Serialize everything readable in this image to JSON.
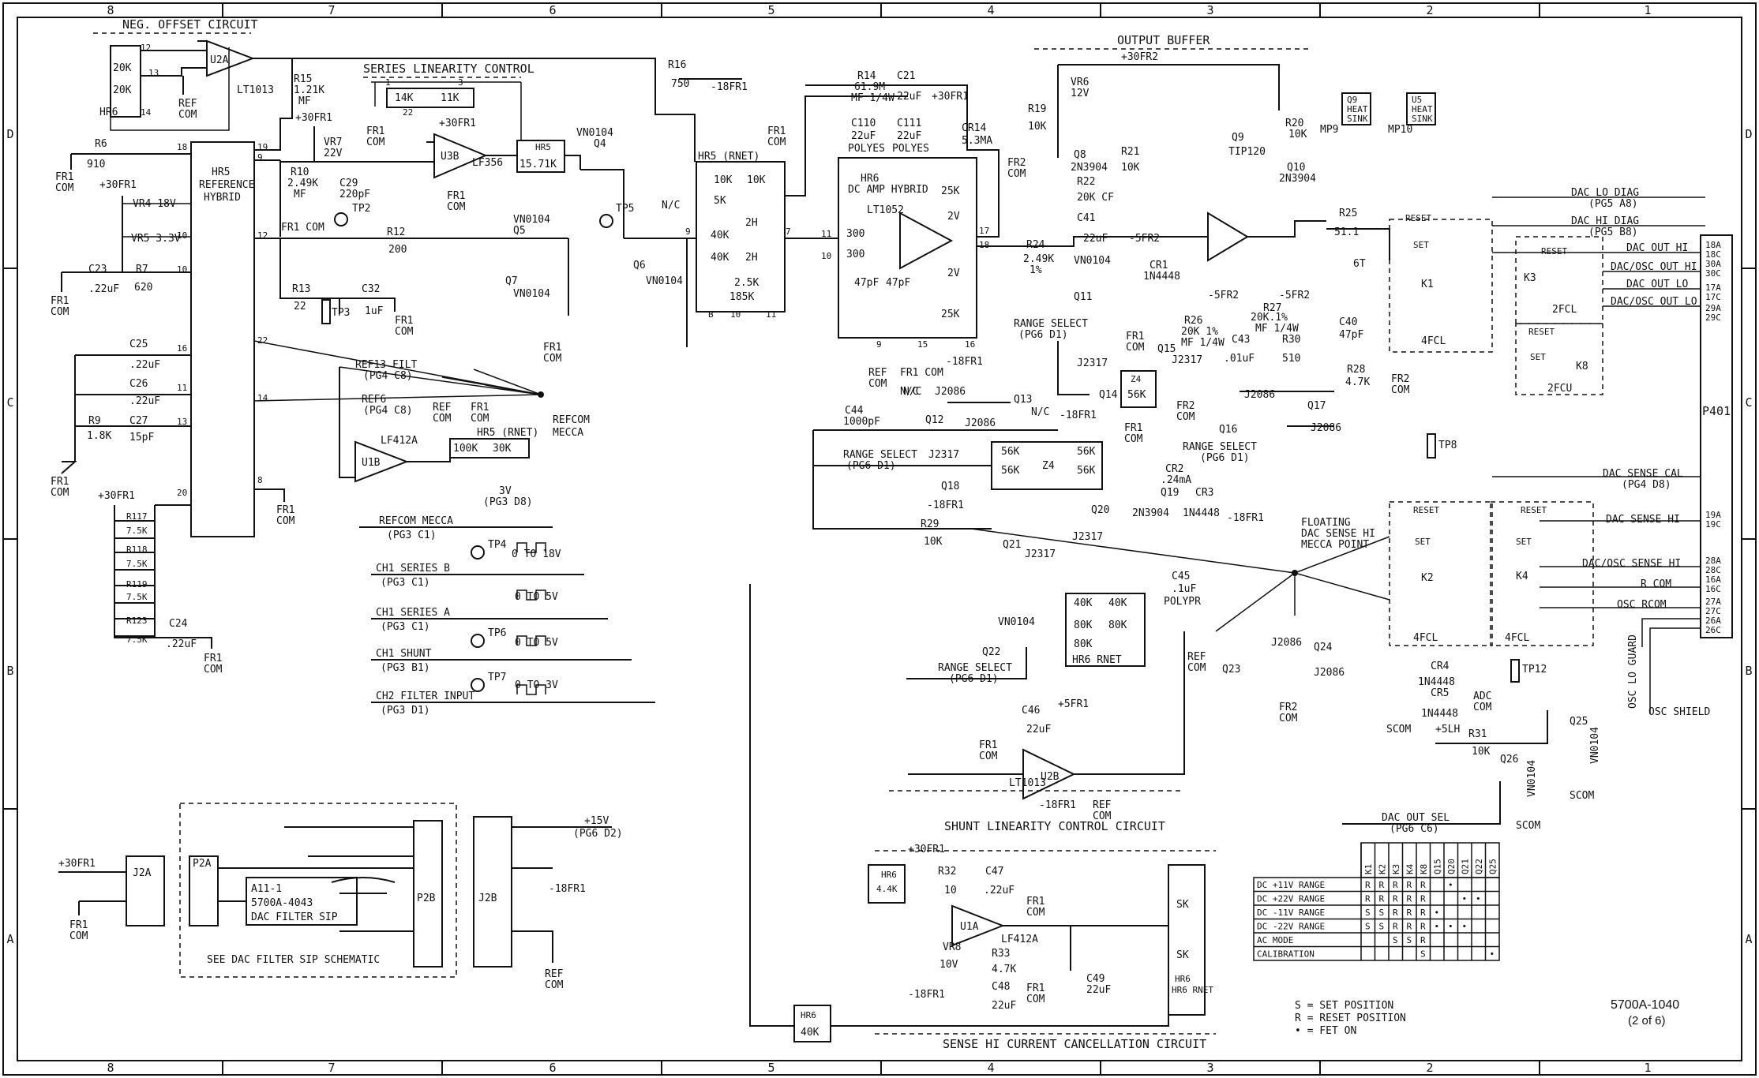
{
  "border": {
    "columns": [
      "8",
      "7",
      "6",
      "5",
      "4",
      "3",
      "2",
      "1"
    ],
    "rows": [
      "D",
      "C",
      "B",
      "A"
    ]
  },
  "titles": {
    "neg_offset": "NEG. OFFSET CIRCUIT",
    "series_linearity": "SERIES LINEARITY CONTROL",
    "output_buffer": "OUTPUT BUFFER",
    "shunt_linearity": "SHUNT LINEARITY CONTROL CIRCUIT",
    "sense_hi": "SENSE HI CURRENT CANCELLATION CIRCUIT",
    "filter_sip_note": "SEE DAC FILTER SIP SCHEMATIC",
    "floating_mecca": [
      "FLOATING",
      "DAC SENSE HI",
      "MECCA POINT"
    ]
  },
  "drawing_number": {
    "number": "5700A-1040",
    "sheet": "(2 of 6)"
  },
  "hybrids": {
    "hr5_ref": [
      "HR5",
      "REFERENCE",
      "HYBRID"
    ],
    "hr6_dc": [
      "HR6",
      "DC AMP HYBRID"
    ],
    "hr5_rnet": "HR5 (RNET)",
    "hr6_rnet": "HR6 RNET",
    "filter_sip": [
      "A11-1",
      "5700A-4043",
      "DAC FILTER SIP"
    ]
  },
  "opamps": {
    "u2a": "U2A",
    "u2a_part": "LT1013",
    "u3b": "U3B",
    "u3b_part": "LF356",
    "u1b": "U1B",
    "u1b_part": "LF412A",
    "lt1052": "LT1052",
    "u2b": "U2B",
    "u2b_part": "LT1013",
    "u1a": "U1A",
    "u1a_part": "LF412A"
  },
  "components": {
    "r6": [
      "R6",
      "910"
    ],
    "r7": [
      "R7",
      "620"
    ],
    "r9": [
      "R9",
      "1.8K"
    ],
    "r10": [
      "R10",
      "2.49K",
      "MF"
    ],
    "r12": [
      "R12",
      "200"
    ],
    "r13": [
      "R13",
      "22"
    ],
    "r15": [
      "R15",
      "1.21K",
      "MF"
    ],
    "r16": [
      "R16",
      "750"
    ],
    "r14": [
      "R14",
      "61.9M",
      "MF 1/4W"
    ],
    "r19": [
      "R19",
      "10K"
    ],
    "r20": [
      "R20",
      "10K"
    ],
    "r21": [
      "R21",
      "10K"
    ],
    "r22": [
      "R22",
      "20K CF"
    ],
    "r24": [
      "R24",
      "2.49K",
      "1%"
    ],
    "r25": [
      "R25",
      "51.1"
    ],
    "r26": [
      "R26",
      "20K 1%",
      "MF 1/4W"
    ],
    "r27": [
      "R27",
      "20K.1%",
      "MF 1/4W"
    ],
    "r28": [
      "R28",
      "4.7K"
    ],
    "r29": [
      "R29",
      "10K"
    ],
    "r30": [
      "R30",
      "510"
    ],
    "r31": [
      "R31",
      "10K"
    ],
    "r32": [
      "R32",
      "10"
    ],
    "r33": [
      "R33",
      "4.7K"
    ],
    "r117": [
      "R117",
      "7.5K"
    ],
    "r118": [
      "R118",
      "7.5K"
    ],
    "r119": [
      "R119",
      "7.5K"
    ],
    "r123": [
      "R123",
      "7.5K"
    ],
    "c21": [
      "C21",
      "22uF"
    ],
    "c23": [
      "C23",
      ".22uF"
    ],
    "c24": [
      "C24",
      ".22uF"
    ],
    "c25": [
      "C25",
      ".22uF"
    ],
    "c26": [
      "C26",
      ".22uF"
    ],
    "c27": [
      "C27",
      "15pF"
    ],
    "c29": [
      "C29",
      "220pF"
    ],
    "c32": [
      "C32",
      "1uF"
    ],
    "c40": [
      "C40",
      "47pF"
    ],
    "c41": [
      "C41",
      "22uF"
    ],
    "c43": [
      "C43",
      ".01uF"
    ],
    "c44": [
      "C44",
      "1000pF"
    ],
    "c45": [
      "C45",
      ".1uF",
      "POLYPR"
    ],
    "c46": [
      "C46",
      "22uF"
    ],
    "c47": [
      "C47",
      ".22uF"
    ],
    "c48": [
      "C48",
      "22uF"
    ],
    "c49": [
      "C49",
      "22uF"
    ],
    "c110": [
      "C110",
      "22uF",
      "POLYES"
    ],
    "c111": [
      "C111",
      "22uF",
      "POLYES"
    ],
    "vr4": "VR4 18V",
    "vr5": "VR5 3.3V",
    "vr6": [
      "VR6",
      "12V"
    ],
    "vr7": [
      "VR7",
      "22V"
    ],
    "vr8": [
      "VR8",
      "10V"
    ],
    "cr1": [
      "CR1",
      "1N4448"
    ],
    "cr2": [
      "CR2",
      ".24mA"
    ],
    "cr3": [
      "CR3",
      "1N4448"
    ],
    "cr4": "CR4",
    "cr5": "CR5",
    "cr4_part": "1N4448",
    "cr5_part": "1N4448",
    "cr14": [
      "CR14",
      "5.3MA"
    ],
    "q4": [
      "VN0104",
      "Q4"
    ],
    "q5": [
      "VN0104",
      "Q5"
    ],
    "q6": [
      "Q6",
      "VN0104"
    ],
    "q7": [
      "Q7",
      "VN0104"
    ],
    "q8": [
      "Q8",
      "2N3904"
    ],
    "q9": [
      "Q9",
      "TIP120"
    ],
    "q10": [
      "Q10",
      "2N3904"
    ],
    "q11": [
      "VN0104",
      "Q11"
    ],
    "q12": "Q12",
    "q13": "Q13",
    "q14": "Q14",
    "q15": [
      "Q15",
      "J2317"
    ],
    "q16": "Q16",
    "q17": "Q17",
    "q18": "Q18",
    "q19": [
      "Q19",
      "2N3904"
    ],
    "q20": "Q20",
    "q21": "Q21",
    "q22": [
      "VN0104",
      "Q22"
    ],
    "q23": "Q23",
    "q24": "Q24",
    "q25": [
      "Q25",
      "VN0104"
    ],
    "q26": [
      "Q26",
      "VN0104"
    ],
    "j2086": "J2086",
    "j2317": "J2317",
    "hr5_res": "HR5",
    "hr5_res_val": "15.71K",
    "hr6_res": "HR6",
    "hr6_res_val": "40K",
    "hr6_4k": [
      "HR6",
      "4.4K"
    ],
    "k1": "K1",
    "k2": "K2",
    "k3": "K3",
    "k4": "K4",
    "k8": "K8",
    "coil_4fcl": "4FCL",
    "coil_2fcl": "2FCL",
    "coil_2fcu": "2FCU",
    "set": "SET",
    "reset": "RESET",
    "l_6t": "6T",
    "hr6_label": "HR6",
    "res_10k": "10K",
    "res_5k": "5K",
    "res_40k": "40K",
    "res_2_5k": "2.5K",
    "res_185k": "185K",
    "res_2h": "2H",
    "res_20k": "20K",
    "res_14k": "14K",
    "res_11k": "11K",
    "res_25k": "25K",
    "res_2v": "2V",
    "res_300": "300",
    "res_47pf": "47pF",
    "res_56k": "56K",
    "res_100k": "100K",
    "res_30k": "30K",
    "res_80k": "80K",
    "res_sk": "SK",
    "z4": "Z4",
    "nc": "N/C"
  },
  "supplies": {
    "p30fr1": "+30FR1",
    "p30fr2": "+30FR2",
    "m18fr1": "-18FR1",
    "m5fr2": "-5FR2",
    "p5fr1": "+5FR1",
    "p15v": "+15V",
    "p5lh": "+5LH",
    "fr1_com": [
      "FR1",
      "COM"
    ],
    "fr2_com": [
      "FR2",
      "COM"
    ],
    "ref_com": [
      "REF",
      "COM"
    ],
    "fr2": "FR2",
    "scom": "SCOM",
    "adc_com": [
      "ADC",
      "COM"
    ],
    "fr1_com_inline": "FR1 COM"
  },
  "test_points": [
    "TP2",
    "TP3",
    "TP4",
    "TP5",
    "TP6",
    "TP7",
    "TP8",
    "TP12"
  ],
  "heatsinks": {
    "q9": [
      "Q9",
      "HEAT",
      "SINK"
    ],
    "u5": [
      "U5",
      "HEAT",
      "SINK"
    ],
    "mp9": "MP9",
    "mp10": "MP10"
  },
  "signals": {
    "ref13_filt": [
      "REF13 FILT",
      "(PG4 C8)"
    ],
    "ref6": [
      "REF6",
      "(PG4 C8)"
    ],
    "refcom_mecca_label": [
      "REFCOM",
      "MECCA"
    ],
    "v3v": [
      "3V",
      "(PG3 D8)"
    ],
    "refcom_mecca": [
      "REFCOM MECCA",
      "(PG3 C1)"
    ],
    "ch1_series_b": [
      "CH1 SERIES B",
      "(PG3 C1)"
    ],
    "ch1_series_a": [
      "CH1 SERIES A",
      "(PG3 C1)"
    ],
    "ch1_shunt": [
      "CH1 SHUNT",
      "(PG3 B1)"
    ],
    "ch2_filter_input": [
      "CH2 FILTER INPUT",
      "(PG3 D1)"
    ],
    "range_select": "RANGE SELECT",
    "range_sel_d1": "(PG6 D1)",
    "range_sel_pg6_d1_b": "(PG6 D1)",
    "wave_18v": "0 TO 18V",
    "wave_5v_a": "0 TO 5V",
    "wave_5v_b": "0 TO 5V",
    "wave_3v": "0 TO 3V",
    "p15v_ref": "(PG6 D2)",
    "dac_out_sel": [
      "DAC OUT SEL",
      "(PG6 C6)"
    ],
    "osc_lo_guard": "OSC LO GUARD",
    "osc_shield": "OSC SHIELD"
  },
  "right_outputs": [
    {
      "label": "DAC LO DIAG",
      "ref": "(PG5 A8)"
    },
    {
      "label": "DAC HI DIAG",
      "ref": "(PG5 B8)"
    },
    {
      "label": "DAC OUT HI",
      "pins": "18A / 18C"
    },
    {
      "label": "DAC/OSC OUT HI",
      "pins": "30A / 30C"
    },
    {
      "label": "DAC OUT LO",
      "pins": "17A / 17C"
    },
    {
      "label": "DAC/OSC OUT LO",
      "pins": "29A / 29C"
    },
    {
      "label": "DAC SENSE CAL",
      "ref": "(PG4 D8)"
    },
    {
      "label": "DAC SENSE HI",
      "pins": "19A / 19C"
    },
    {
      "label": "DAC/OSC SENSE HI",
      "pins": "28A / 28C"
    },
    {
      "label": "R COM",
      "pins": "16A / 16C"
    },
    {
      "label": "OSC RCOM",
      "pins": "27A / 27C"
    }
  ],
  "p401": {
    "label": "P401",
    "pins": [
      "18A",
      "18C",
      "30A",
      "30C",
      "17A",
      "17C",
      "29A",
      "29C",
      "19A",
      "19C",
      "28A",
      "28C",
      "16A",
      "16C",
      "27A",
      "27C",
      "26A",
      "26C"
    ]
  },
  "connectors": {
    "j2a": "J2A",
    "j2b": "J2B",
    "p2a": "P2A",
    "p2b": "P2B"
  },
  "truth_table": {
    "columns": [
      "K1",
      "K2",
      "K3",
      "K4",
      "K8",
      "Q15",
      "Q20",
      "Q21",
      "Q22",
      "Q25"
    ],
    "rows": [
      {
        "mode": "DC +11V RANGE",
        "cells": [
          "R",
          "R",
          "R",
          "R",
          "R",
          "",
          "•",
          "",
          "",
          ""
        ]
      },
      {
        "mode": "DC +22V RANGE",
        "cells": [
          "R",
          "R",
          "R",
          "R",
          "R",
          "",
          "",
          "•",
          "•",
          ""
        ]
      },
      {
        "mode": "DC -11V RANGE",
        "cells": [
          "S",
          "S",
          "R",
          "R",
          "R",
          "•",
          "",
          "",
          "",
          ""
        ]
      },
      {
        "mode": "DC -22V RANGE",
        "cells": [
          "S",
          "S",
          "R",
          "R",
          "R",
          "•",
          "•",
          "•",
          "",
          ""
        ]
      },
      {
        "mode": "AC MODE",
        "cells": [
          "",
          "",
          "S",
          "S",
          "R",
          "",
          "",
          "",
          "",
          ""
        ]
      },
      {
        "mode": "CALIBRATION",
        "cells": [
          "",
          "",
          "",
          "",
          "S",
          "",
          "",
          "",
          "",
          "•"
        ]
      }
    ],
    "legend": [
      "S = SET POSITION",
      "R = RESET POSITION",
      "• = FET ON"
    ]
  }
}
